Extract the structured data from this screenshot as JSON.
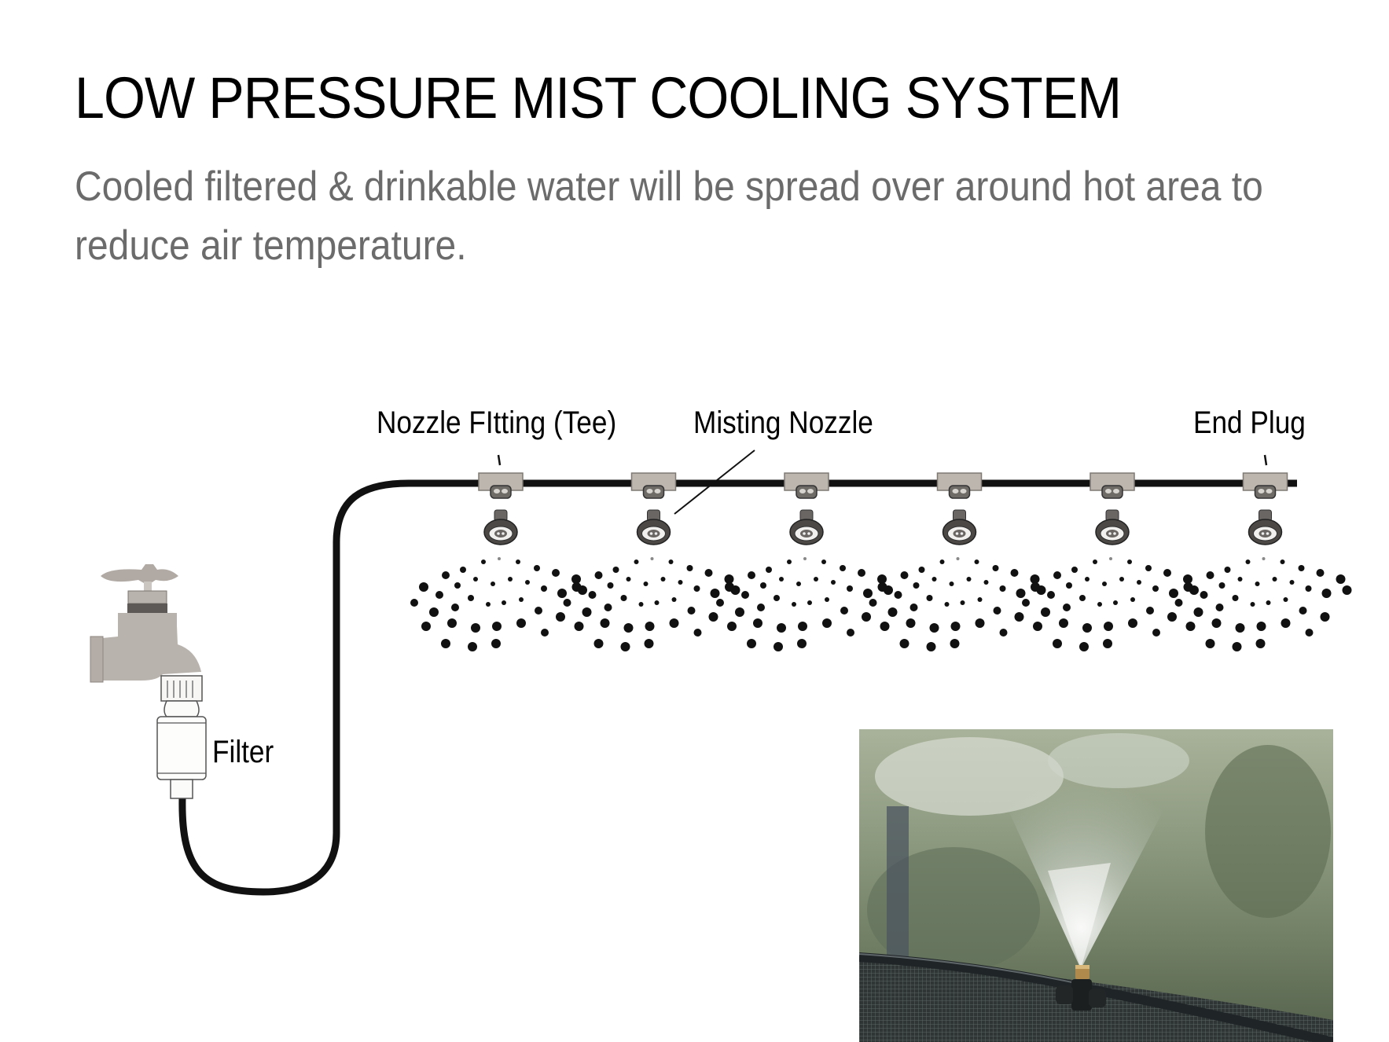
{
  "slide": {
    "title": "LOW PRESSURE MIST COOLING SYSTEM",
    "subtitle": "Cooled filtered & drinkable water will be spread over around hot area to reduce air temperature."
  },
  "diagram": {
    "labels": {
      "tee": "Nozzle FItting (Tee)",
      "nozzle": "Misting Nozzle",
      "end_plug": "End Plug",
      "filter": "Filter"
    },
    "nozzle_count": 6,
    "components": [
      "tap-icon",
      "filter-icon",
      "hose",
      "tee-fitting-icon",
      "misting-nozzle-icon",
      "end-plug-icon",
      "water-spray-icon"
    ]
  },
  "photo": {
    "subject": "misting-nozzle-photo"
  },
  "colors": {
    "title": "#000000",
    "subtitle": "#6b6b6b",
    "fitting": "#bdb6ae",
    "hose": "#111111"
  }
}
